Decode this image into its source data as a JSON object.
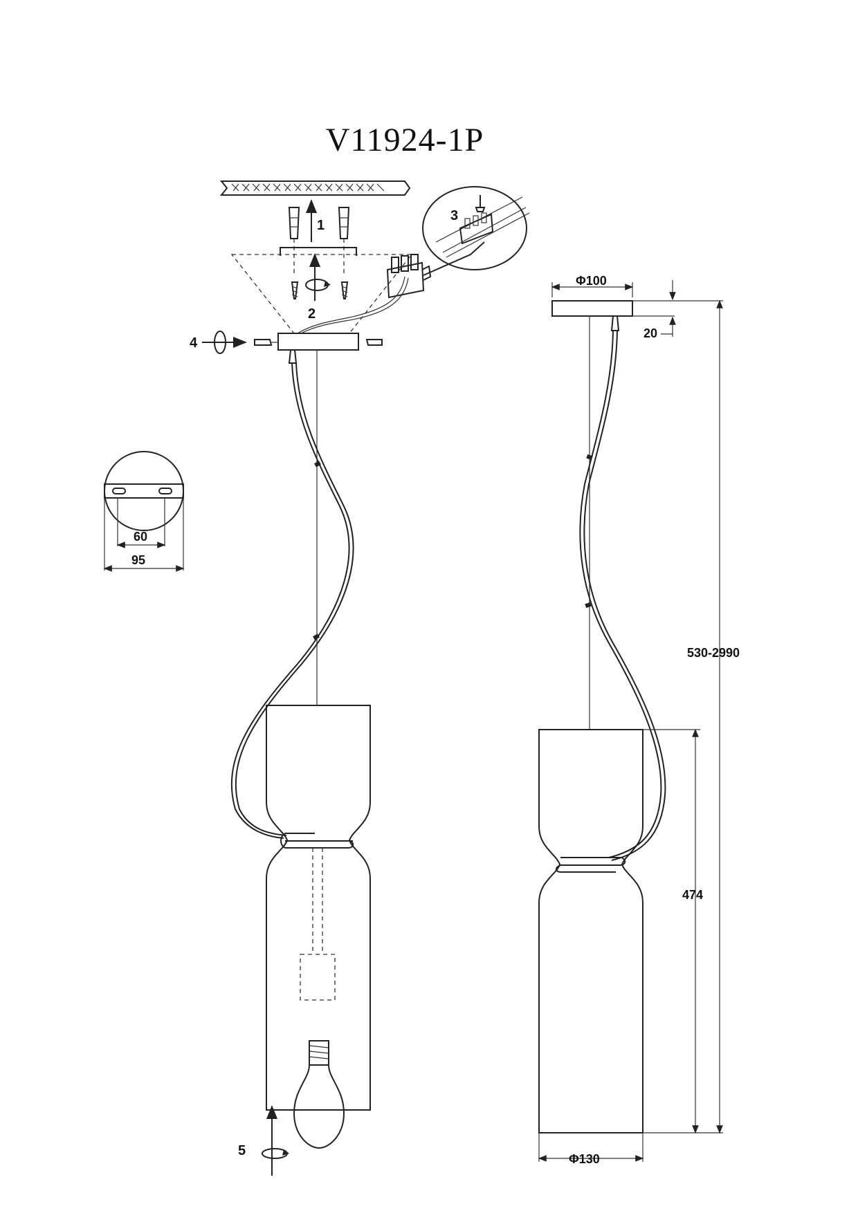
{
  "title": "V11924-1P",
  "steps": [
    "1",
    "2",
    "3",
    "4",
    "5"
  ],
  "dimensions": {
    "plate_hole_spacing": "60",
    "plate_diameter": "95",
    "canopy_diameter": "Φ100",
    "canopy_height": "20",
    "overall_height": "530-2990",
    "shade_height": "474",
    "shade_diameter": "Φ130"
  }
}
